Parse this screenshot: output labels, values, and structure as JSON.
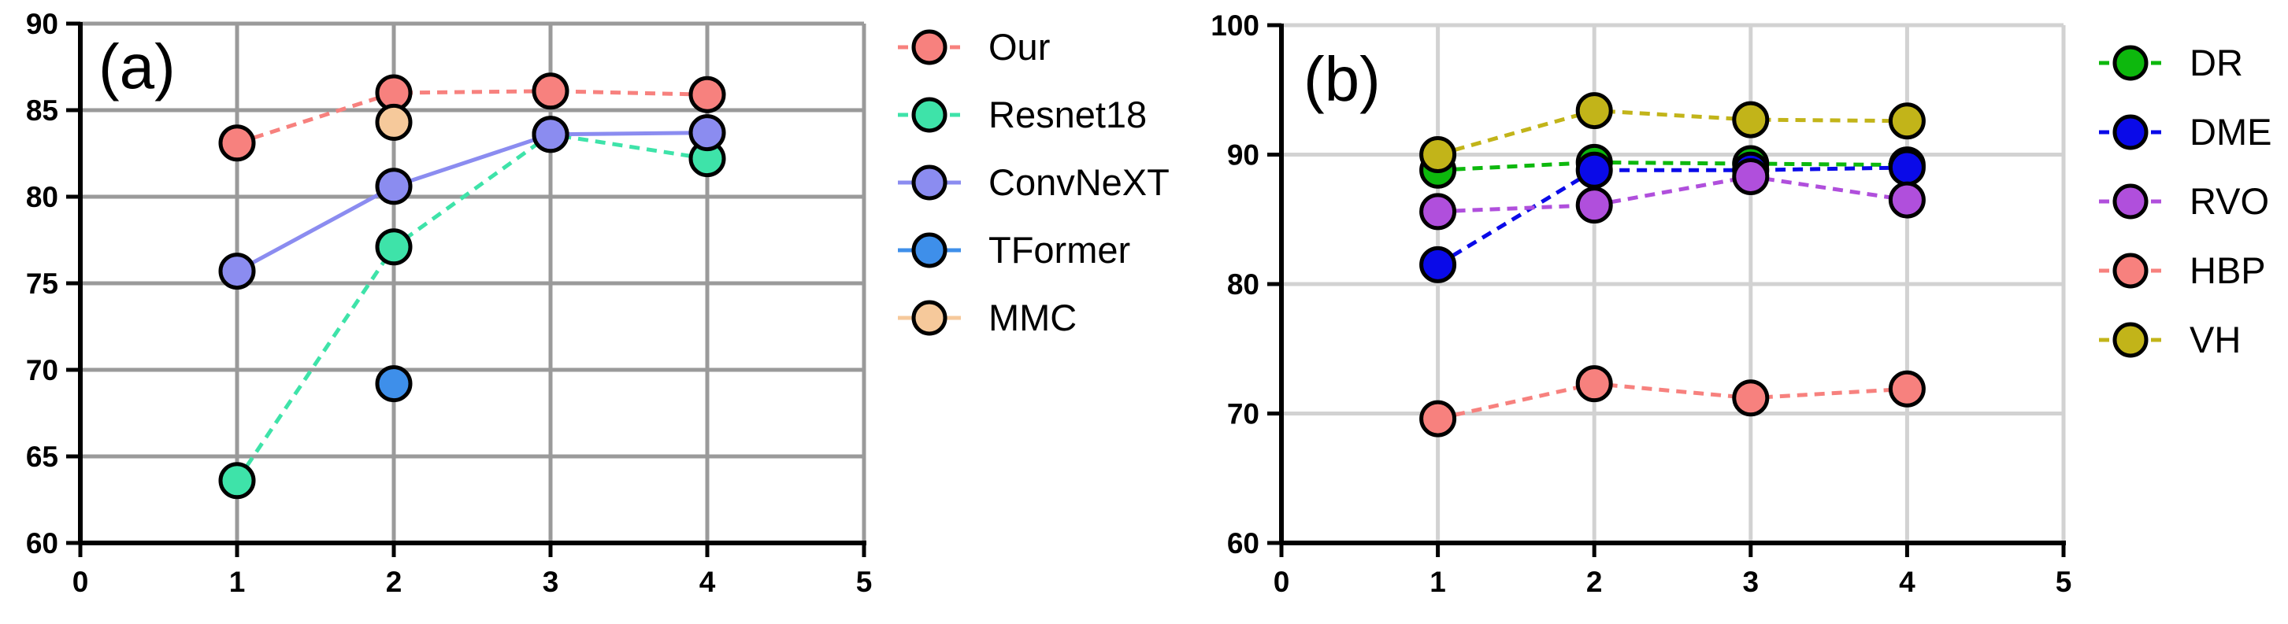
{
  "chart_data": [
    {
      "type": "line",
      "panel_label": "(a)",
      "xlim": [
        0,
        5
      ],
      "ylim": [
        60,
        90
      ],
      "xticks": [
        0,
        1,
        2,
        3,
        4,
        5
      ],
      "yticks": [
        60,
        65,
        70,
        75,
        80,
        85,
        90
      ],
      "grid": true,
      "legend_position": "right",
      "series": [
        {
          "name": "Our",
          "color": "#F7817E",
          "line": "dashed",
          "x": [
            1,
            2,
            3,
            4
          ],
          "y": [
            83.1,
            86.0,
            86.1,
            85.9
          ]
        },
        {
          "name": "Resnet18",
          "color": "#3EE3A9",
          "line": "dashed",
          "x": [
            1,
            2,
            3,
            4
          ],
          "y": [
            63.6,
            77.1,
            83.6,
            82.2
          ]
        },
        {
          "name": "ConvNeXT",
          "color": "#8B8CF0",
          "line": "solid",
          "x": [
            1,
            2,
            3,
            4
          ],
          "y": [
            75.7,
            80.6,
            83.6,
            83.7
          ]
        },
        {
          "name": "TFormer",
          "color": "#3E8FEA",
          "line": "solid",
          "x": [
            2
          ],
          "y": [
            69.2
          ]
        },
        {
          "name": "MMC",
          "color": "#F6C99B",
          "line": "solid",
          "x": [
            2
          ],
          "y": [
            84.3
          ]
        }
      ]
    },
    {
      "type": "line",
      "panel_label": "(b)",
      "xlim": [
        0,
        5
      ],
      "ylim": [
        60,
        100
      ],
      "xticks": [
        0,
        1,
        2,
        3,
        4,
        5
      ],
      "yticks": [
        60,
        70,
        80,
        90,
        100
      ],
      "grid": true,
      "legend_position": "right",
      "series": [
        {
          "name": "DR",
          "color": "#0DB80D",
          "line": "dashed",
          "x": [
            1,
            2,
            3,
            4
          ],
          "y": [
            88.8,
            89.4,
            89.3,
            89.2
          ]
        },
        {
          "name": "DME",
          "color": "#0A0AE8",
          "line": "dashed",
          "x": [
            1,
            2,
            3,
            4
          ],
          "y": [
            81.5,
            88.8,
            88.8,
            89.0
          ]
        },
        {
          "name": "RVO",
          "color": "#B04FDC",
          "line": "dashed",
          "x": [
            1,
            2,
            3,
            4
          ],
          "y": [
            85.6,
            86.1,
            88.3,
            86.5
          ]
        },
        {
          "name": "HBP",
          "color": "#F7817E",
          "line": "dashed",
          "x": [
            1,
            2,
            3,
            4
          ],
          "y": [
            69.6,
            72.3,
            71.2,
            71.9
          ]
        },
        {
          "name": "VH",
          "color": "#C2B419",
          "line": "dashed",
          "x": [
            1,
            2,
            3,
            4
          ],
          "y": [
            90.0,
            93.4,
            92.7,
            92.6
          ]
        }
      ]
    }
  ]
}
